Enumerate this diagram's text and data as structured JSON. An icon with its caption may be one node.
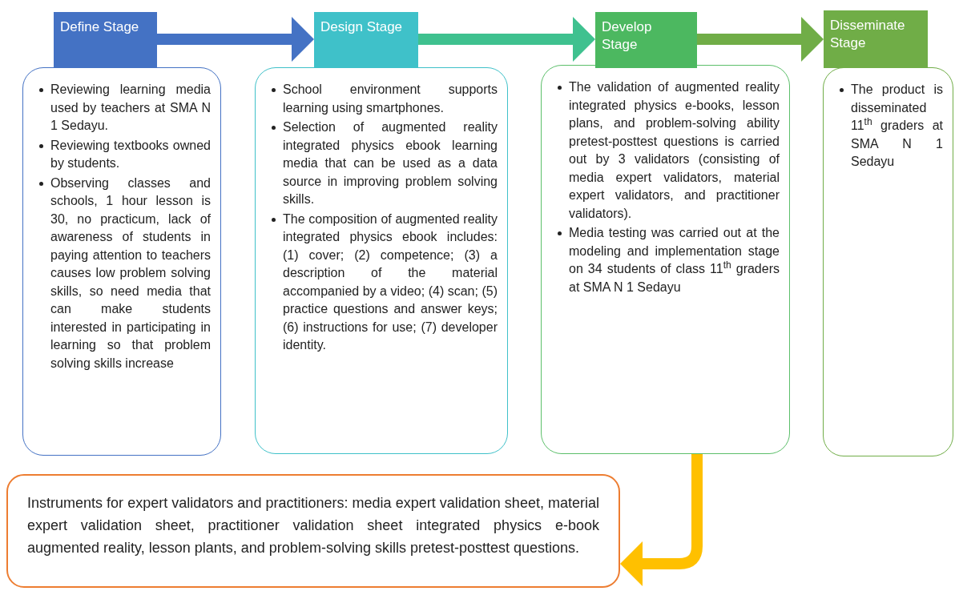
{
  "diagram": {
    "nodes": [
      {
        "text": [
          "Define Stage"
        ]
      },
      {
        "text": [
          "Reviewing learning media used by teachers at SMA N 1 Sedayu.",
          "Reviewing textbooks owned by students.",
          "Observing classes and schools, 1 hour lesson is 30, no practicum, lack of awareness of students in paying attention to teachers causes low problem solving skills, so need media that can make students interested in participating in learning so that problem solving skills increase"
        ]
      },
      {
        "text": [
          "Design Stage"
        ]
      },
      {
        "text": [
          "School environment supports learning using smartphones.",
          "Selection of augmented reality integrated physics ebook learning media that can be used as a data source in improving problem solving skills.",
          "The composition of augmented reality integrated physics ebook includes: (1) cover; (2) competence; (3) a description of the material accompanied by a video; (4) scan; (5) practice questions and answer keys; (6) instructions for use; (7) developer identity."
        ]
      },
      {
        "text": [
          "Develop Stage"
        ]
      },
      {
        "text": [
          "The validation of augmented reality integrated physics e-books, lesson plans, and problem-solving ability pretest-posttest questions is carried out by 3 validators (consisting of media expert validators, material expert validators, and practitioner validators).",
          "Media testing was carried out at the modeling and implementation stage on 34 students of class 11$^{th}$ graders at SMA N 1 Sedayu"
        ]
      },
      {
        "text": [
          "Disseminate Stage"
        ]
      },
      {
        "text": [
          "The product is disseminated 11$^{th}$ graders at SMA N 1 Sedayu"
        ]
      },
      {
        "text": [
          "Instruments for expert validators and practitioners: media expert validation sheet, material expert validation sheet, practitioner validation sheet integrated physics e-book augmented reality, lesson plants, and problem-solving skills pretest-posttest questions."
        ]
      }
    ],
    "edges": [
      {
        "from": 0,
        "to": 2,
        "arrow": "to",
        "color": "#4472c4"
      },
      {
        "from": 2,
        "to": 4,
        "arrow": "to",
        "color": "#3fc18f"
      },
      {
        "from": 4,
        "to": 6,
        "arrow": "to",
        "color": "#70ad47"
      },
      {
        "from": 5,
        "to": 8,
        "arrow": "to",
        "color": "#ffc000"
      }
    ]
  }
}
